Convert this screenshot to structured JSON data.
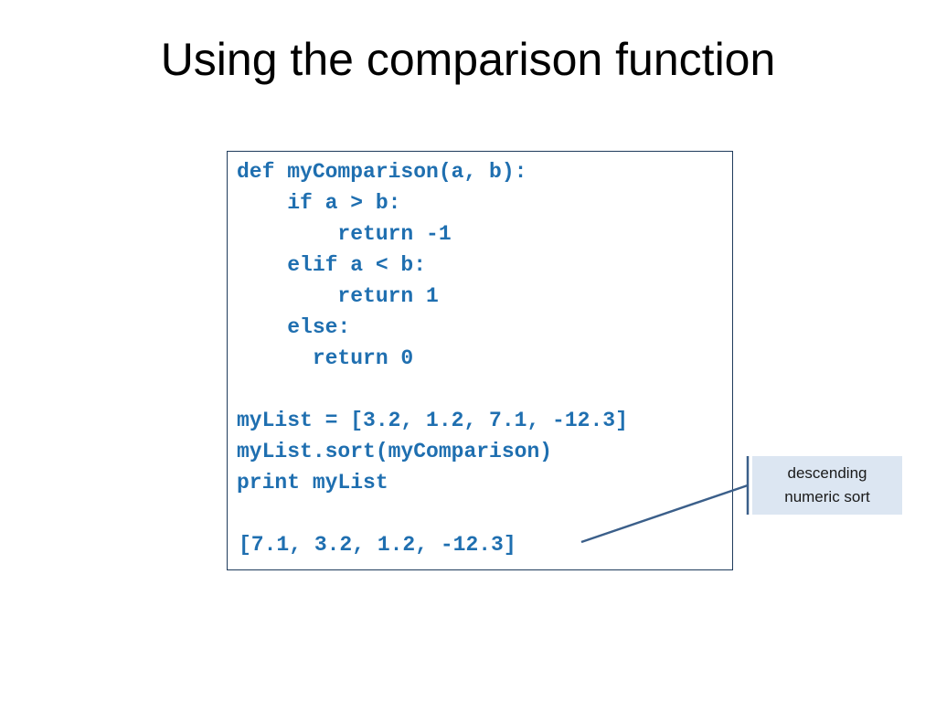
{
  "slide": {
    "title": "Using the comparison function"
  },
  "code": {
    "line1": "def myComparison(a, b):",
    "line2": "    if a > b:",
    "line3": "        return -1",
    "line4": "    elif a < b:",
    "line5": "        return 1",
    "line6": "    else:",
    "line7": "      return 0",
    "line8": "myList = [3.2, 1.2, 7.1, -12.3]",
    "line9": "myList.sort(myComparison)",
    "line10": "print myList",
    "output": "[7.1, 3.2, 1.2, -12.3]"
  },
  "callout": {
    "line1": "descending",
    "line2": "numeric sort"
  },
  "colors": {
    "code_text": "#1f6fb0",
    "code_border": "#1f3b5c",
    "callout_fill": "#dce6f2",
    "connector": "#3b5f8a"
  }
}
